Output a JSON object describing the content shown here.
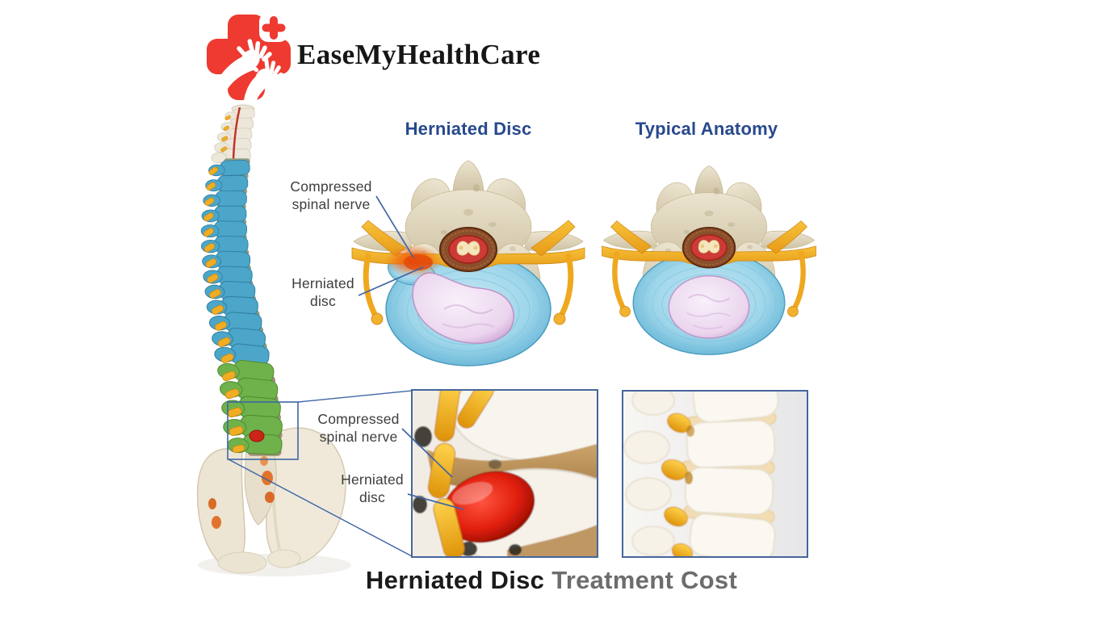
{
  "logo": {
    "brand": "EaseMyHealthCare",
    "icon": "red-cross-with-hands-icon"
  },
  "figure": {
    "headings": {
      "herniated": "Herniated Disc",
      "typical": "Typical Anatomy"
    },
    "labels": {
      "compressed_nerve": "Compressed spinal nerve",
      "herniated_disc": "Herniated disc"
    }
  },
  "title": {
    "primary": "Herniated Disc",
    "secondary": "Treatment Cost"
  },
  "colors": {
    "logo_red": "#ee3a31",
    "heading_blue": "#27498d",
    "leader_line_blue": "#3e66a4",
    "panel_border_blue": "#46659b",
    "label_gray": "#3d3d3d",
    "title_black": "#1b1b1b",
    "title_gray": "#6d6d6d",
    "spine_cervical": "#ece7da",
    "spine_thoracic": "#4ba6c9",
    "spine_lumbar": "#6fb24b",
    "nerve_yellow": "#f0ad24",
    "herniation_red": "#cc2417",
    "disc_blue": "#a9d9ec",
    "nucleus_pink": "#eedcf0",
    "bone_cream": "#e2d9c3"
  }
}
